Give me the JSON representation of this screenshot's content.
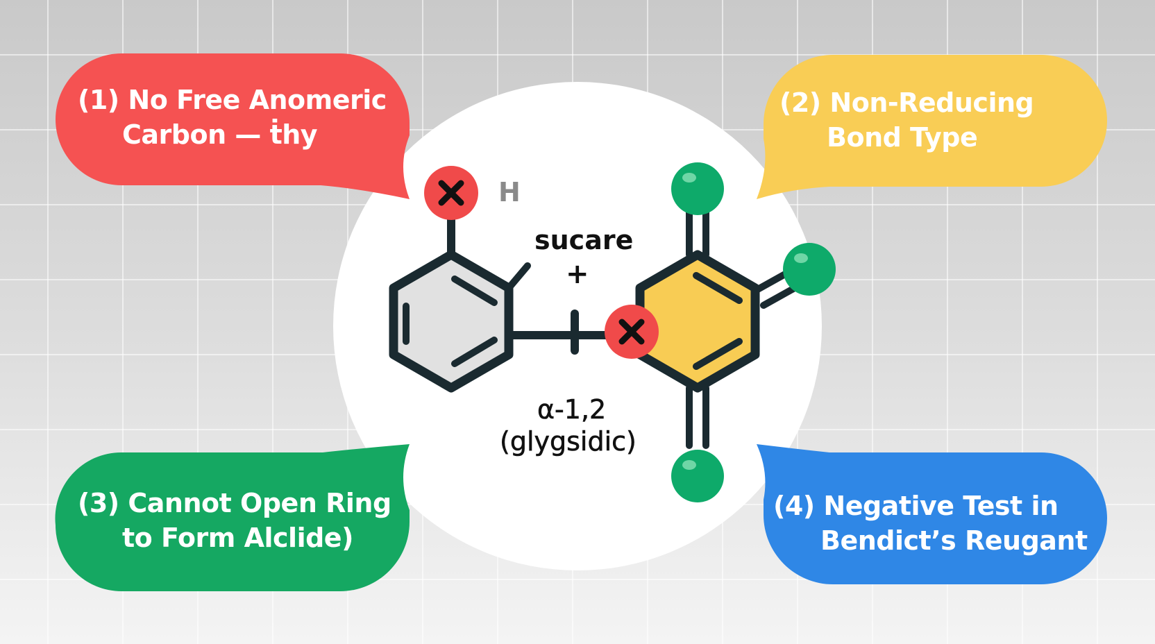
{
  "colors": {
    "red": "#f55252",
    "yellow": "#f9cd55",
    "green": "#15a862",
    "blue": "#2f87e6",
    "bond": "#1a2a30",
    "ring_fill_left": "#e1e1e1",
    "ring_fill_right": "#f8cc54",
    "atom_green": "#0eaa6a",
    "x_circle": "#f04a4a"
  },
  "icons": [
    "x-mark-icon"
  ],
  "callouts": [
    {
      "line1": "(1) No Free Anomeric",
      "line2": "Carbon — ṫhy",
      "color": "red"
    },
    {
      "line1": "(2) Non-Reducing",
      "line2": "Bond Type",
      "color": "yellow"
    },
    {
      "line1": "(3) Cannot Open Ring",
      "line2": "to Form Alclide)",
      "color": "green"
    },
    {
      "line1": "(4) Negative Test in",
      "line2": "Bendict’s Reugant",
      "color": "blue"
    }
  ],
  "molecule": {
    "h_label": "H",
    "top_label": "sucare",
    "plus": "+",
    "bond_line1": "α-1,2",
    "bond_line2": "(glygsidic)"
  }
}
